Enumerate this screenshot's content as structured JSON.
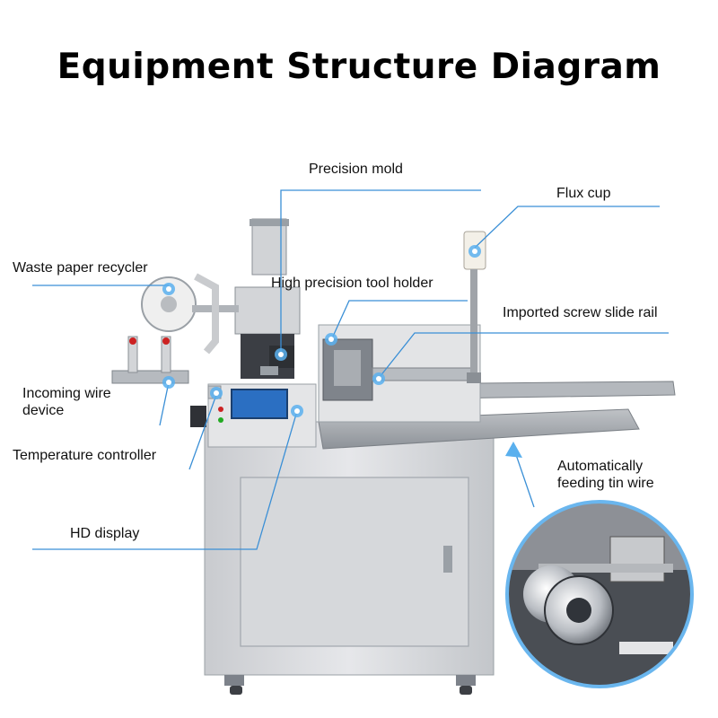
{
  "title": "Equipment Structure Diagram",
  "colors": {
    "callout_line": "#3a8fd6",
    "callout_dot": "#5ab0ee",
    "machine_body": "#dcdde0",
    "machine_frame": "#8f959c",
    "display_screen": "#2b6fc2"
  },
  "labels": {
    "precision_mold": "Precision mold",
    "flux_cup": "Flux cup",
    "waste_paper_recycler": "Waste paper recycler",
    "high_precision_tool_holder": "High precision tool holder",
    "imported_screw_slide_rail": "Imported screw slide rail",
    "incoming_wire_device_line1": "Incoming wire",
    "incoming_wire_device_line2": "device",
    "temperature_controller": "Temperature controller",
    "automatically_feeding_tin_wire_line1": "Automatically",
    "automatically_feeding_tin_wire_line2": "feeding tin wire",
    "hd_display": "HD display"
  }
}
